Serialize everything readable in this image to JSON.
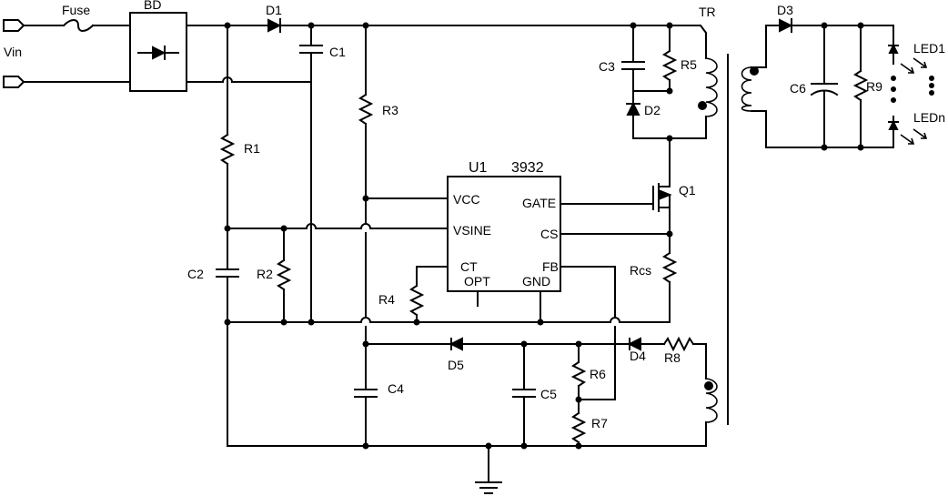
{
  "labels": {
    "vin": "Vin",
    "fuse": "Fuse",
    "bd": "BD",
    "d1": "D1",
    "c1": "C1",
    "r3": "R3",
    "r1": "R1",
    "c2": "C2",
    "r2": "R2",
    "r4": "R4",
    "u1": "U1",
    "u1_part": "3932",
    "pin_vcc": "VCC",
    "pin_vsine": "VSINE",
    "pin_ct": "CT",
    "pin_opt": "OPT",
    "pin_gate": "GATE",
    "pin_cs": "CS",
    "pin_fb": "FB",
    "pin_gnd": "GND",
    "tr": "TR",
    "c3": "C3",
    "r5": "R5",
    "d2": "D2",
    "q1": "Q1",
    "rcs": "Rcs",
    "d3": "D3",
    "c6": "C6",
    "r9": "R9",
    "led1": "LED1",
    "ledn": "LEDn",
    "d5": "D5",
    "d4": "D4",
    "r8": "R8",
    "c4": "C4",
    "c5": "C5",
    "r6": "R6",
    "r7": "R7"
  }
}
